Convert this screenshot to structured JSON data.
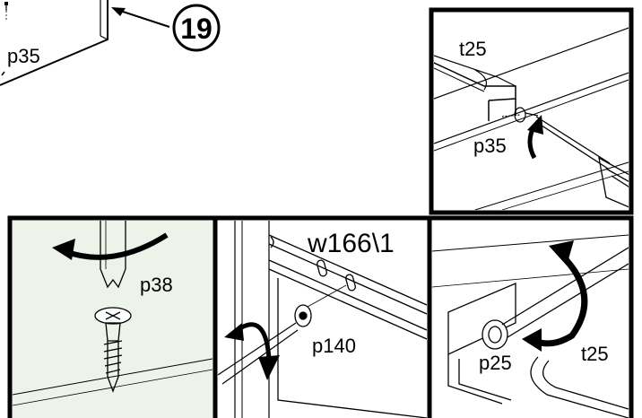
{
  "callout": {
    "number": "19"
  },
  "top_left": {
    "part_label": "p35"
  },
  "top_right_panel": {
    "labels": {
      "guide": "t25",
      "screw": "p35"
    }
  },
  "bottom_left_panel": {
    "labels": {
      "screw": "p38"
    }
  },
  "bottom_middle_panel": {
    "labels": {
      "rail": "w166\\1",
      "screw": "p140"
    }
  },
  "bottom_right_panel": {
    "labels": {
      "screw": "p25",
      "guide": "t25"
    }
  },
  "colors": {
    "line": "#000000",
    "tint": "#eef3ea",
    "paper": "#ffffff"
  }
}
